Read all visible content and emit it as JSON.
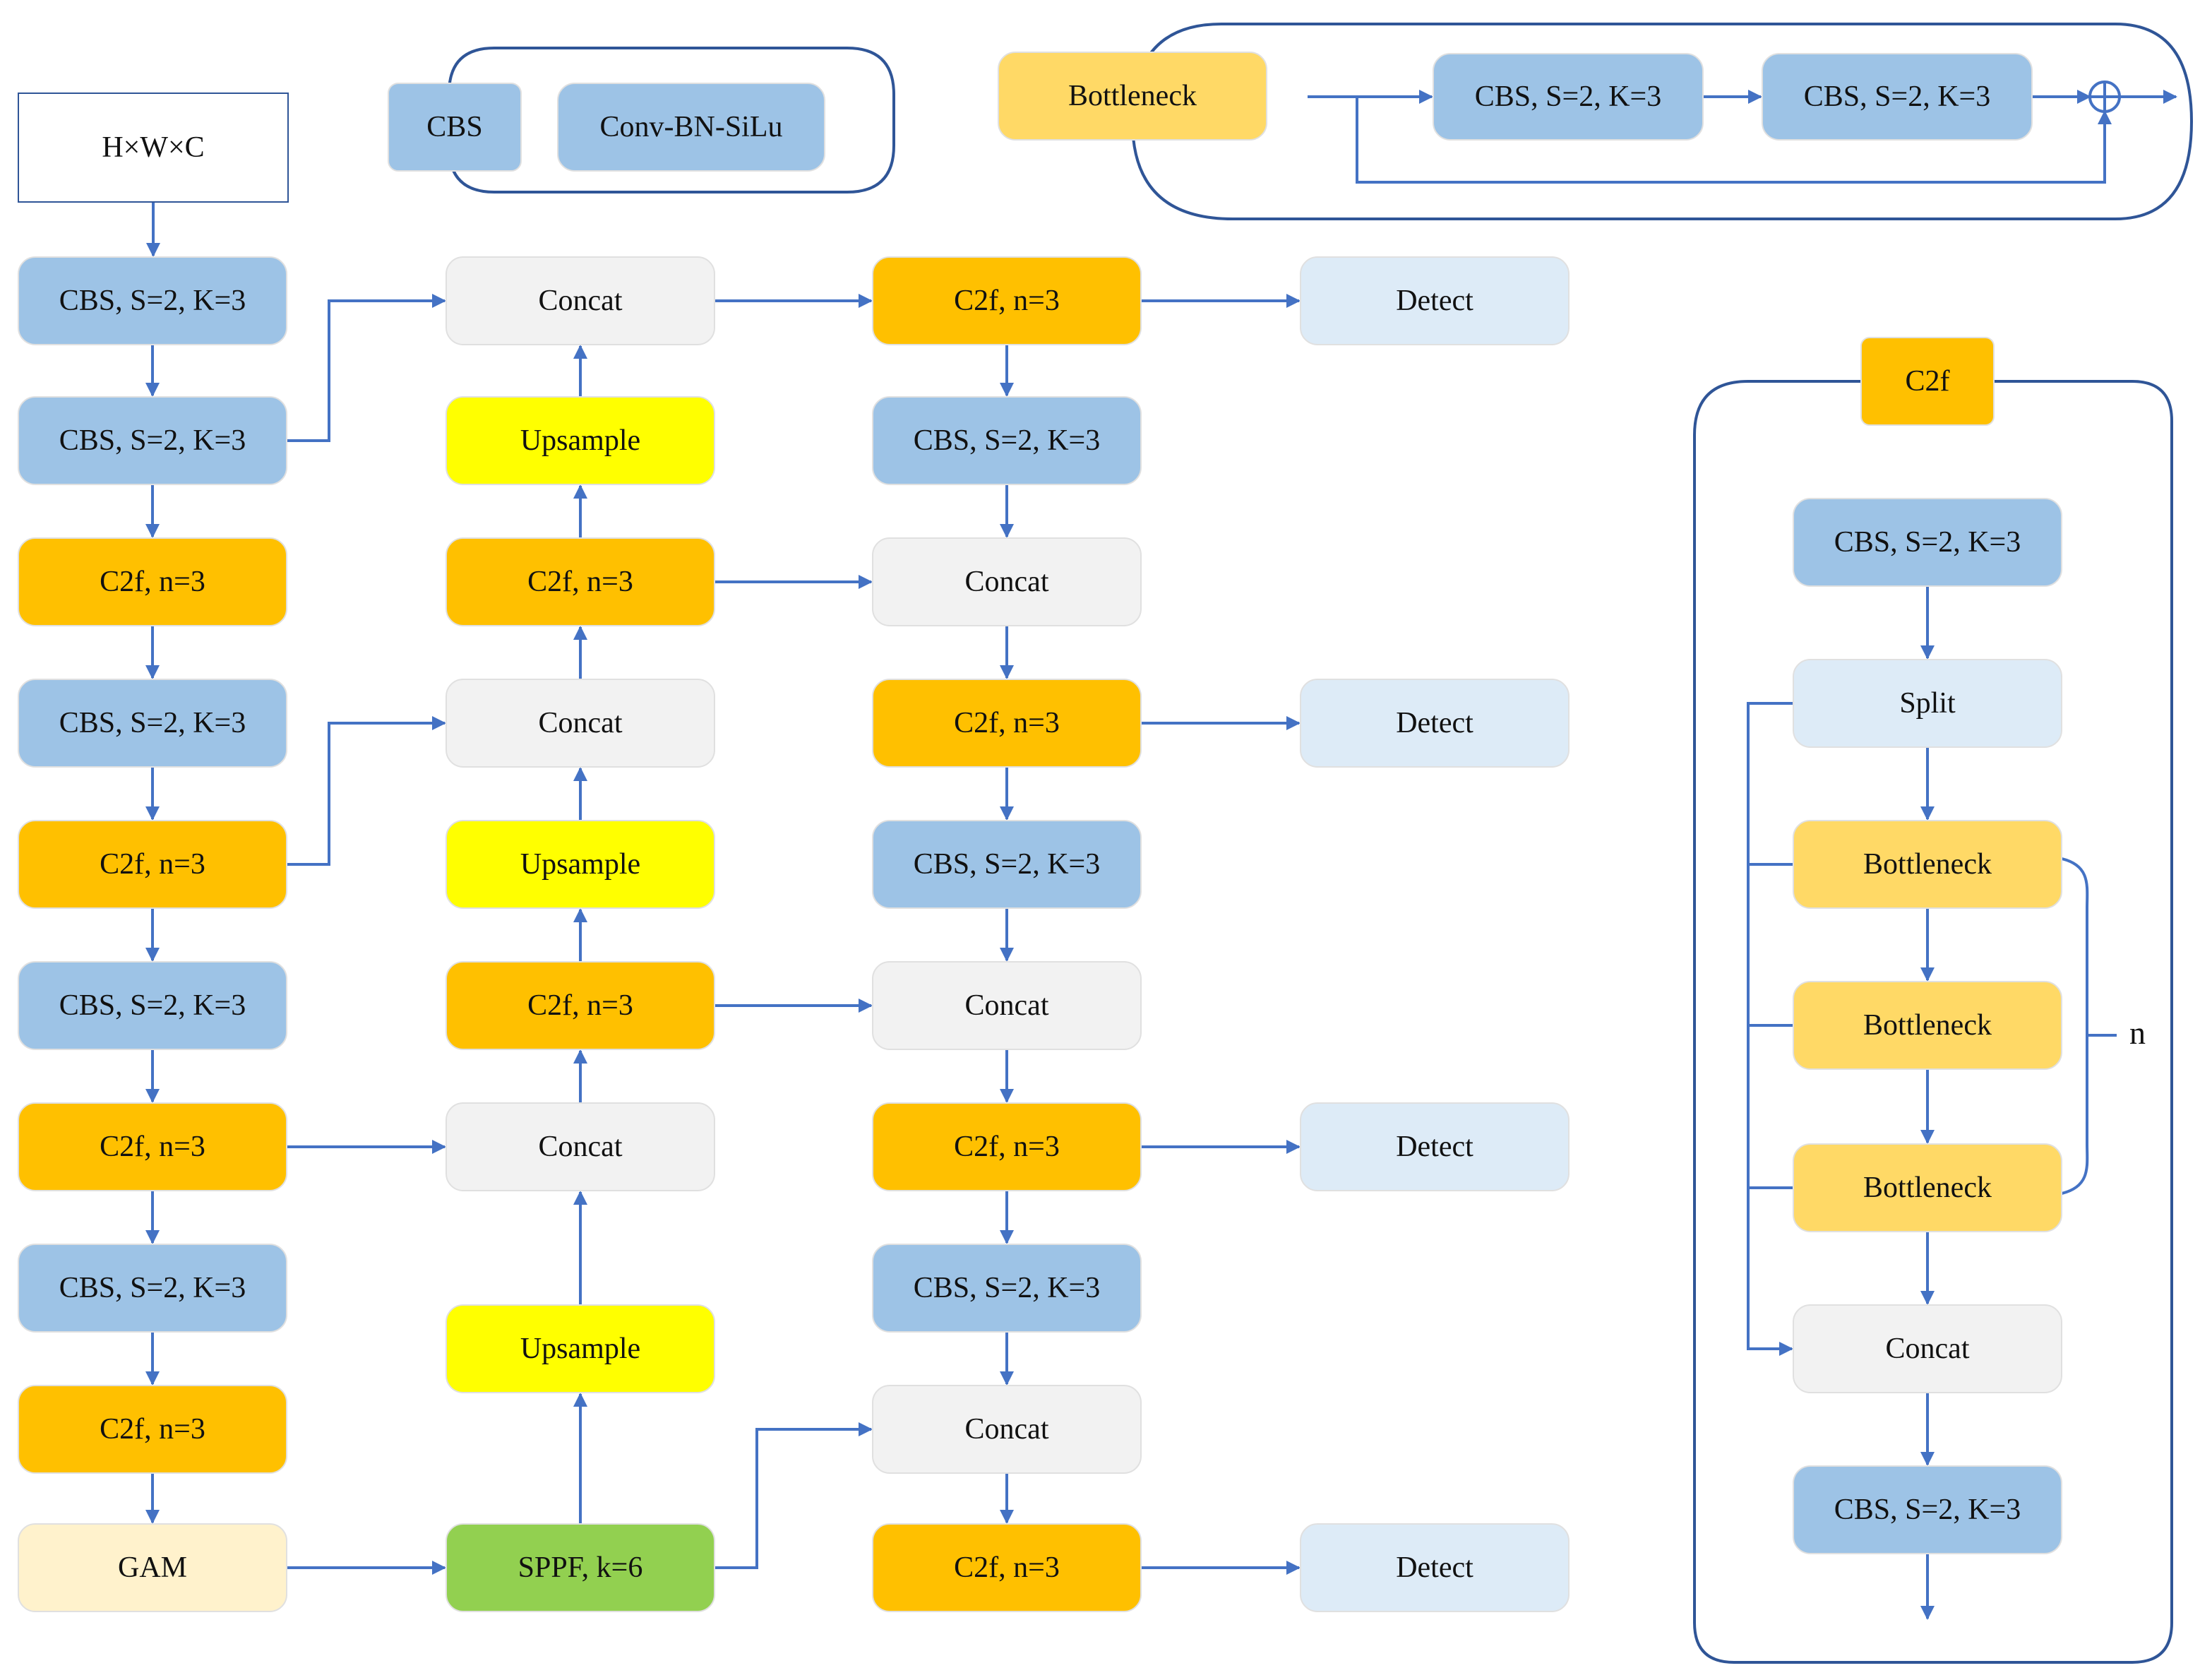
{
  "colors": {
    "cbs": "#9DC3E6",
    "c2f": "#FFC000",
    "concat": "#F2F2F2",
    "detect": "#DDEBF7",
    "upsample": "#FFFF00",
    "sppf": "#92D050",
    "gam": "#FFF2CC",
    "bottleneck": "#FFD966",
    "split": "#DDEBF7",
    "arrow": "#4472C4",
    "container": "#2F5597",
    "input_border": "#2F5597"
  },
  "legend": {
    "cbs_label": "CBS",
    "cbs_desc": "Conv-BN-SiLu"
  },
  "bottleneck_legend": {
    "title": "Bottleneck",
    "block1": "CBS, S=2, K=3",
    "block2": "CBS, S=2, K=3"
  },
  "backbone": {
    "input": "H×W×C",
    "items": [
      "CBS, S=2, K=3",
      "CBS, S=2, K=3",
      "C2f, n=3",
      "CBS, S=2, K=3",
      "C2f, n=3",
      "CBS, S=2, K=3",
      "C2f, n=3",
      "CBS, S=2, K=3",
      "C2f, n=3",
      "GAM"
    ]
  },
  "neck_up": {
    "items": [
      "Concat",
      "Upsample",
      "C2f, n=3",
      "Concat",
      "Upsample",
      "C2f, n=3",
      "Concat",
      "Upsample",
      "SPPF, k=6"
    ]
  },
  "neck_down": {
    "items": [
      "C2f, n=3",
      "CBS, S=2, K=3",
      "Concat",
      "C2f, n=3",
      "CBS, S=2, K=3",
      "Concat",
      "C2f, n=3",
      "CBS, S=2, K=3",
      "Concat",
      "C2f, n=3"
    ]
  },
  "heads": {
    "items": [
      "Detect",
      "Detect",
      "Detect",
      "Detect"
    ]
  },
  "c2f_detail": {
    "title": "C2f",
    "items": [
      "CBS, S=2, K=3",
      "Split",
      "Bottleneck",
      "Bottleneck",
      "Bottleneck",
      "Concat",
      "CBS, S=2, K=3"
    ],
    "repeat_label": "n"
  }
}
